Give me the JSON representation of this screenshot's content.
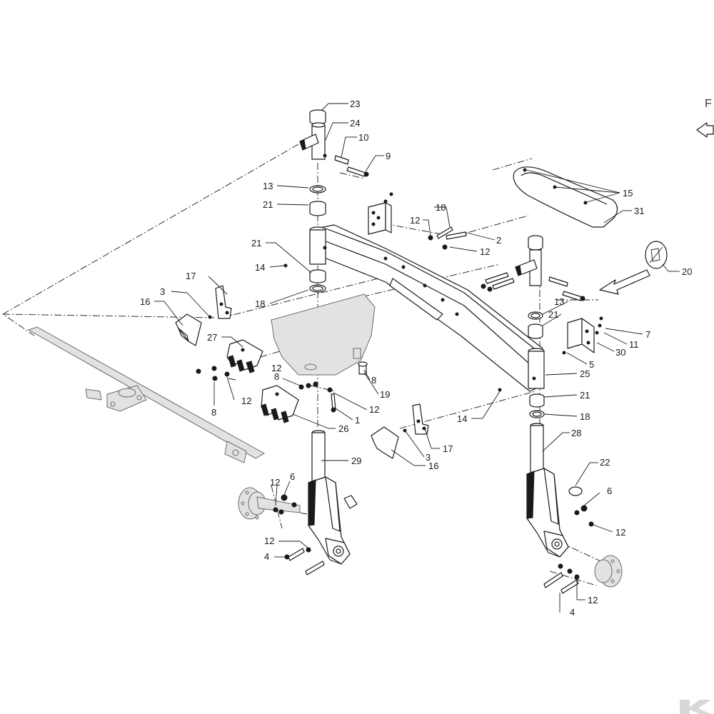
{
  "diagram": {
    "view_indicator": "F",
    "callouts": [
      {
        "id": "c23",
        "text": "23"
      },
      {
        "id": "c24",
        "text": "24"
      },
      {
        "id": "c10",
        "text": "10"
      },
      {
        "id": "c9",
        "text": "9"
      },
      {
        "id": "c13a",
        "text": "13"
      },
      {
        "id": "c21a",
        "text": "21"
      },
      {
        "id": "c18a",
        "text": "18"
      },
      {
        "id": "c12a",
        "text": "12"
      },
      {
        "id": "c2",
        "text": "2"
      },
      {
        "id": "c12b",
        "text": "12"
      },
      {
        "id": "c21b",
        "text": "21"
      },
      {
        "id": "c14a",
        "text": "14"
      },
      {
        "id": "c17a",
        "text": "17"
      },
      {
        "id": "c3a",
        "text": "3"
      },
      {
        "id": "c16a",
        "text": "16"
      },
      {
        "id": "c18b",
        "text": "18"
      },
      {
        "id": "c15",
        "text": "15"
      },
      {
        "id": "c31",
        "text": "31"
      },
      {
        "id": "c20",
        "text": "20"
      },
      {
        "id": "c13b",
        "text": "13"
      },
      {
        "id": "c21c",
        "text": "21"
      },
      {
        "id": "c7",
        "text": "7"
      },
      {
        "id": "c11",
        "text": "11"
      },
      {
        "id": "c30",
        "text": "30"
      },
      {
        "id": "c5",
        "text": "5"
      },
      {
        "id": "c25",
        "text": "25"
      },
      {
        "id": "c21d",
        "text": "21"
      },
      {
        "id": "c18c",
        "text": "18"
      },
      {
        "id": "c14b",
        "text": "14"
      },
      {
        "id": "c27",
        "text": "27"
      },
      {
        "id": "c8a",
        "text": "8"
      },
      {
        "id": "c12c",
        "text": "12"
      },
      {
        "id": "c8b",
        "text": "8"
      },
      {
        "id": "c12d",
        "text": "12"
      },
      {
        "id": "c8c",
        "text": "8"
      },
      {
        "id": "c19",
        "text": "19"
      },
      {
        "id": "c12e",
        "text": "12"
      },
      {
        "id": "c1",
        "text": "1"
      },
      {
        "id": "c26",
        "text": "26"
      },
      {
        "id": "c17b",
        "text": "17"
      },
      {
        "id": "c3b",
        "text": "3"
      },
      {
        "id": "c16b",
        "text": "16"
      },
      {
        "id": "c28",
        "text": "28"
      },
      {
        "id": "c29",
        "text": "29"
      },
      {
        "id": "c22",
        "text": "22"
      },
      {
        "id": "c12f",
        "text": "12"
      },
      {
        "id": "c6a",
        "text": "6"
      },
      {
        "id": "c6b",
        "text": "6"
      },
      {
        "id": "c12g",
        "text": "12"
      },
      {
        "id": "c12h",
        "text": "12"
      },
      {
        "id": "c4a",
        "text": "4"
      },
      {
        "id": "c12i",
        "text": "12"
      },
      {
        "id": "c4b",
        "text": "4"
      }
    ]
  }
}
